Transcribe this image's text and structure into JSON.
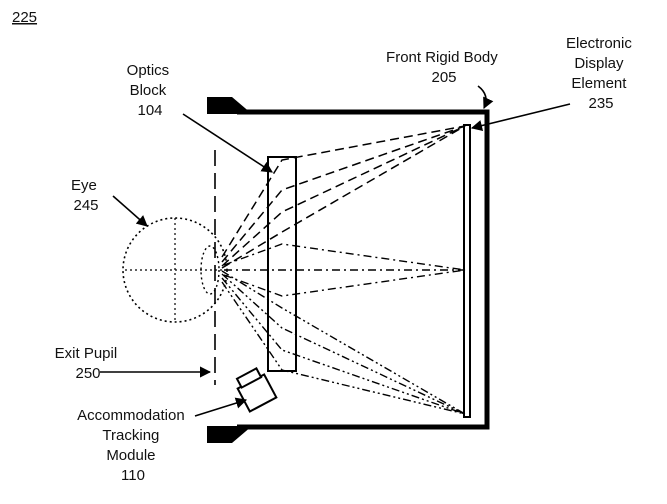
{
  "figure_number": "225",
  "labels": {
    "front_rigid_body": [
      "Front Rigid Body",
      "205"
    ],
    "electronic_display": [
      "Electronic",
      "Display",
      "Element",
      "235"
    ],
    "optics_block": [
      "Optics",
      "Block",
      "104"
    ],
    "eye": [
      "Eye",
      "245"
    ],
    "exit_pupil": [
      "Exit Pupil",
      "250"
    ],
    "accommodation_tracking": [
      "Accommodation",
      "Tracking",
      "Module",
      "110"
    ]
  }
}
